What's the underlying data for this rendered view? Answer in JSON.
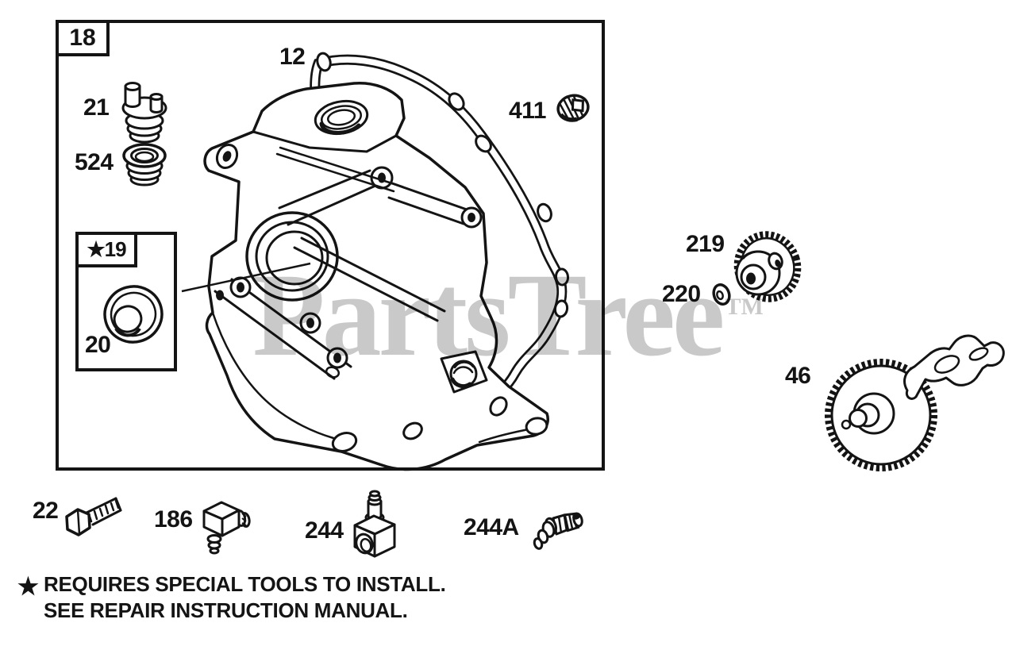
{
  "figure": {
    "number": "18"
  },
  "callouts": {
    "c12": "12",
    "c21": "21",
    "c524": "524",
    "c411": "411",
    "c19": "★19",
    "c20": "20",
    "c219": "219",
    "c220": "220",
    "c46": "46",
    "c22": "22",
    "c186": "186",
    "c244": "244",
    "c244a": "244A"
  },
  "footnote": {
    "star": "★",
    "line1": "REQUIRES SPECIAL TOOLS TO INSTALL.",
    "line2": "SEE REPAIR INSTRUCTION MANUAL."
  },
  "watermark": {
    "text": "PartsTree",
    "tm": "TM"
  },
  "colors": {
    "ink": "#141414",
    "watermark": "#c9c9c9",
    "background": "#ffffff"
  }
}
